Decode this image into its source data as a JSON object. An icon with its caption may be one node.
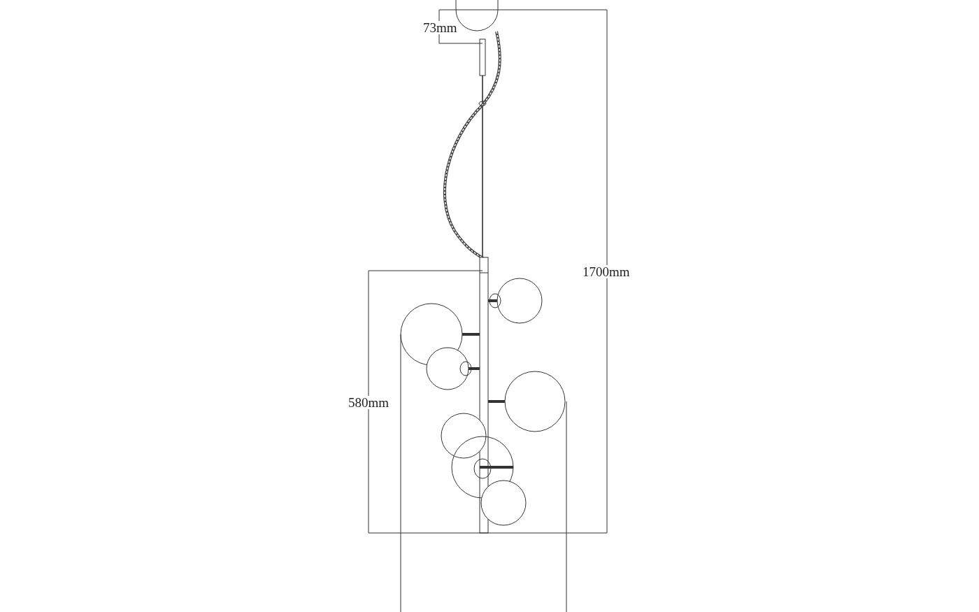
{
  "diagram": {
    "labels": [
      "73mm",
      "1700mm",
      "580mm"
    ]
  }
}
